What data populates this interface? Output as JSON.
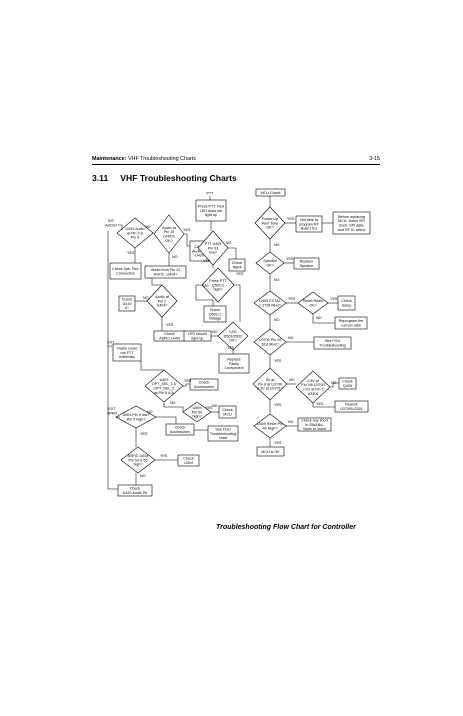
{
  "header": {
    "section_bold": "Maintenance:",
    "section_rest": " VHF Troubleshooting Charts",
    "page_number": "3-15"
  },
  "title": {
    "number": "3.11",
    "text": "VHF Troubleshooting Charts"
  },
  "caption": "Troubleshooting Flow Chart for Controller",
  "flowchart": {
    "nodes": {
      "ptt": "PTT",
      "ptt_press": [
        "Press PTT. Red",
        "LED does not",
        "light up"
      ],
      "int_audio": [
        "INT",
        "AUDIO"
      ],
      "u433_audio": [
        "U433 Audio",
        "at Pin 2 &",
        "Pin 3"
      ],
      "audio_pin15": [
        "Audio at",
        "Pin 15",
        "(U420)",
        "OK?"
      ],
      "check_spk_flex": [
        "Check Spk. Flex",
        "Connection"
      ],
      "audio_from_pin": [
        "Audio from Pin 11",
        "ASFIC, U404?"
      ],
      "check_audio_pa": [
        "Check",
        "Audio PA",
        "U420"
      ],
      "ptt_u409": [
        "PTT U409",
        "Pin 53",
        "low?"
      ],
      "check_r804": [
        "Check",
        "R804"
      ],
      "check_u410": [
        "Check",
        "U410",
        "IC"
      ],
      "audio_pin2": [
        "Audio at",
        "Pin 2",
        "U404?"
      ],
      "check_asfic": [
        "Check",
        "ASFIC U404"
      ],
      "press_ptt_q": [
        "Press PTT",
        "Q502-2",
        "high?"
      ],
      "check_q502": [
        "Check",
        "Q502-2",
        "Voltage"
      ],
      "led_should": [
        "LED should",
        "light up"
      ],
      "led_ok": [
        "LED",
        "D501/D502",
        "OK?"
      ],
      "replace_faulty": [
        "Replace",
        "Faulty",
        "Component"
      ],
      "ext_ptt": [
        "EXT",
        "PTT"
      ],
      "radio_no_ptt": [
        "Radio could",
        "not PTT",
        "externally"
      ],
      "u409_opt": [
        "U409",
        "OPT_SEL_1 &",
        "OPT_SEL_2",
        "at Pin 5 & 6"
      ],
      "check_acc_1": [
        "Check",
        "Accessories"
      ],
      "u409_pin59": [
        "U409",
        "Pin 59",
        "high?"
      ],
      "check_mcu_1": [
        "Check",
        "MCU"
      ],
      "ext_spkr": [
        "EXT",
        "SPKR"
      ],
      "u503_pin9": [
        "U503 Pin 9 low?",
        "Pin 5 high?"
      ],
      "check_acc_2": [
        "Check",
        "Accessories"
      ],
      "see_fgu_1": [
        "See FGU",
        "Troubleshooting",
        "chart"
      ],
      "asfic_pin": [
        "ASFIC U404",
        "Pin 54 & 55",
        "high?"
      ],
      "check_u404": [
        "Check",
        "U404"
      ],
      "check_u420": [
        "Check",
        "U420 Audio PA"
      ],
      "mcu_check": "MCU Check",
      "power_up": [
        "Power Up",
        "Alert Tone",
        "OK?"
      ],
      "not_able": [
        "Not able to",
        "program RF",
        "Board ICs"
      ],
      "before_replacing": [
        "Before replacing",
        "MCU, check SPI",
        "clock, SPI data,",
        "and RF IC select"
      ],
      "speaker_ok": [
        "Speaker",
        "OK?"
      ],
      "replace_speaker": [
        "Replace",
        "Speaker"
      ],
      "u409_extal": [
        "U409 EXTAL",
        "7.3728 MHz?"
      ],
      "reset_radio": [
        "Reset Radio",
        "OK?"
      ],
      "check_setup": [
        "Check",
        "Setup"
      ],
      "reprogram": [
        "Reprogram the",
        "correct data"
      ],
      "u3700_pin": [
        "U3700 Pin 10",
        "16.8 MHz?"
      ],
      "see_fgu_2": [
        "See FGU",
        "Troubleshooting"
      ],
      "5v_u3700": [
        "5V at",
        "Pin 8 at U3700",
        "3.3V at U3701?"
      ],
      "2v_pin": [
        "2.5V at",
        "Pin 5/6 U3700",
        "3.3V at Pin 3",
        "U3304"
      ],
      "check_q409": [
        "Check",
        "Q409"
      ],
      "rework_u3700": [
        "Rework",
        "U3700/U3301"
      ],
      "u409_reset": [
        "U409 Reset Pin",
        "44 High?"
      ],
      "check_any_short": [
        "Check any short",
        "to SWABA,",
        "Voice or Voice"
      ],
      "mcu_is_ok": "MCU is OK"
    },
    "labels": {
      "yes": "YES",
      "no": "NO"
    }
  }
}
